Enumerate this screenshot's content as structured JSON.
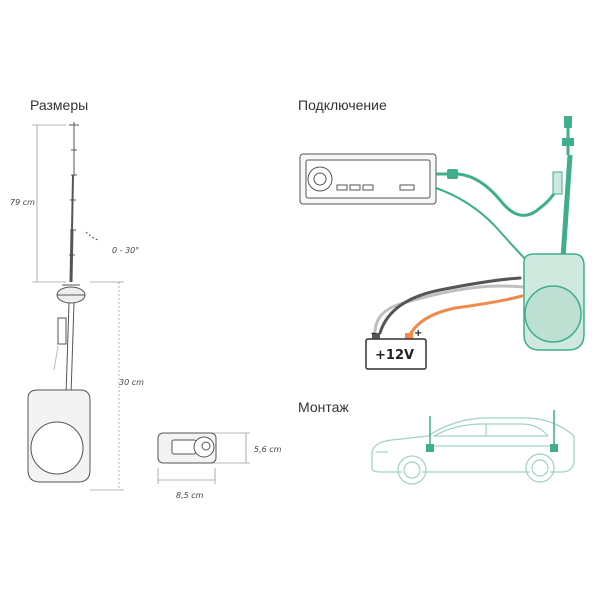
{
  "headings": {
    "dimensions": "Размеры",
    "connection": "Подключение",
    "mounting": "Монтаж"
  },
  "dimensions": {
    "mast_length": "79 cm",
    "tilt_angle": "0 - 30°",
    "total_height": "30 cm",
    "module_height": "5,6 cm",
    "module_width": "8,5 cm"
  },
  "battery": {
    "label": "+12V",
    "minus": "–",
    "plus": "+"
  },
  "colors": {
    "accent_green": "#3fae8c",
    "body_green": "#cfe9df",
    "wire_dark": "#555555",
    "wire_orange": "#f08a4b",
    "wire_grey": "#bfbfbf",
    "car_line": "#9fd3c0"
  },
  "icons": [
    "radio-unit-icon",
    "antenna-icon",
    "battery-icon",
    "car-icon"
  ]
}
